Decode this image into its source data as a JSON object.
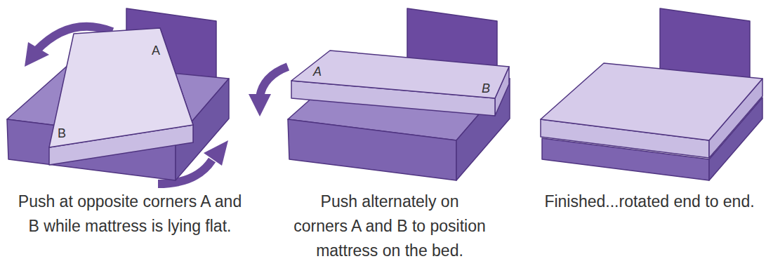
{
  "diagram": {
    "labels": [
      "A",
      "B",
      "Push at opposite corners A and B while mattress is lying flat.",
      "A",
      "B",
      "Push alternately on corners A and B to position mattress on the bed.",
      "Finished...rotated end to end."
    ]
  }
}
